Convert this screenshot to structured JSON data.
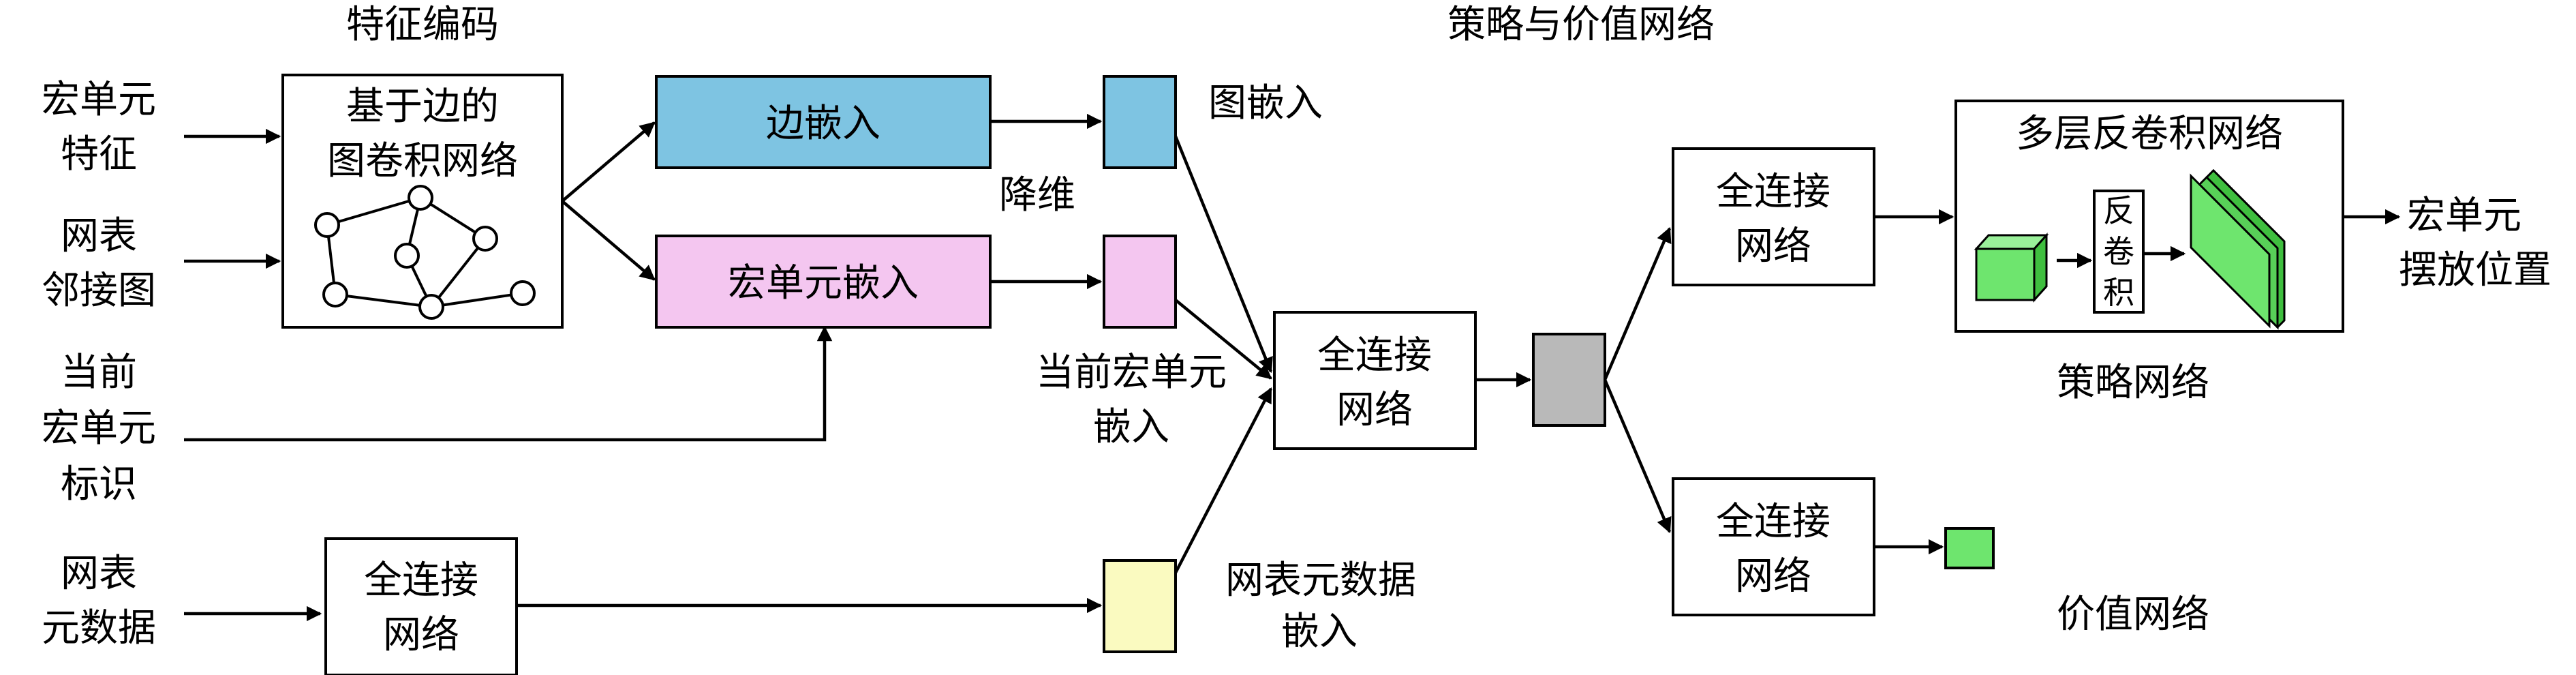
{
  "headings": {
    "feature_encoding": "特征编码",
    "policy_value_network": "策略与价值网络"
  },
  "inputs": {
    "macro_feature": [
      "宏单元",
      "特征"
    ],
    "netlist_adjacency": [
      "网表",
      "邻接图"
    ],
    "current_macro_id": [
      "当前",
      "宏单元",
      "标识"
    ],
    "netlist_metadata": [
      "网表",
      "元数据"
    ]
  },
  "blocks": {
    "edge_gcn": [
      "基于边的",
      "图卷积网络"
    ],
    "edge_embedding": "边嵌入",
    "macro_embedding": "宏单元嵌入",
    "metadata_fc": [
      "全连接",
      "网络"
    ],
    "main_fc": [
      "全连接",
      "网络"
    ],
    "policy_fc": [
      "全连接",
      "网络"
    ],
    "value_fc": [
      "全连接",
      "网络"
    ],
    "deconv_stack_title": "多层反卷积网络",
    "deconv_label": [
      "反",
      "卷",
      "积"
    ]
  },
  "annotations": {
    "graph_embedding": "图嵌入",
    "dim_reduction": "降维",
    "current_macro_embedding": [
      "当前宏单元",
      "嵌入"
    ],
    "netlist_metadata_embedding": [
      "网表元数据",
      "嵌入"
    ],
    "policy_network": "策略网络",
    "value_network": "价值网络"
  },
  "outputs": {
    "macro_placement": [
      "宏单元",
      "摆放位置"
    ]
  },
  "colors": {
    "edge_embedding": "#7ec4e2",
    "macro_embedding": "#f4c6f0",
    "metadata_embedding": "#fafac0",
    "combined_vector": "#b9b9b9",
    "green": "#6ee56e"
  }
}
